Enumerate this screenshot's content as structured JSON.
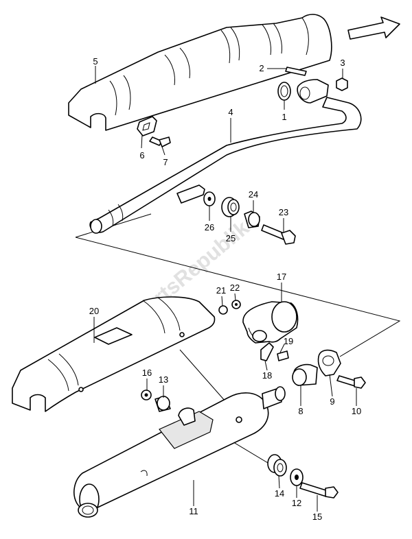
{
  "watermark": "PartsRepublik",
  "callouts": {
    "c1": "1",
    "c2": "2",
    "c3": "3",
    "c4": "4",
    "c5": "5",
    "c6": "6",
    "c7": "7",
    "c8": "8",
    "c9": "9",
    "c10": "10",
    "c11": "11",
    "c12": "12",
    "c13": "13",
    "c14": "14",
    "c15": "15",
    "c16": "16",
    "c17": "17",
    "c18": "18",
    "c19": "19",
    "c20": "20",
    "c21": "21",
    "c22": "22",
    "c23": "23",
    "c24": "24",
    "c25": "25",
    "c26": "26"
  }
}
